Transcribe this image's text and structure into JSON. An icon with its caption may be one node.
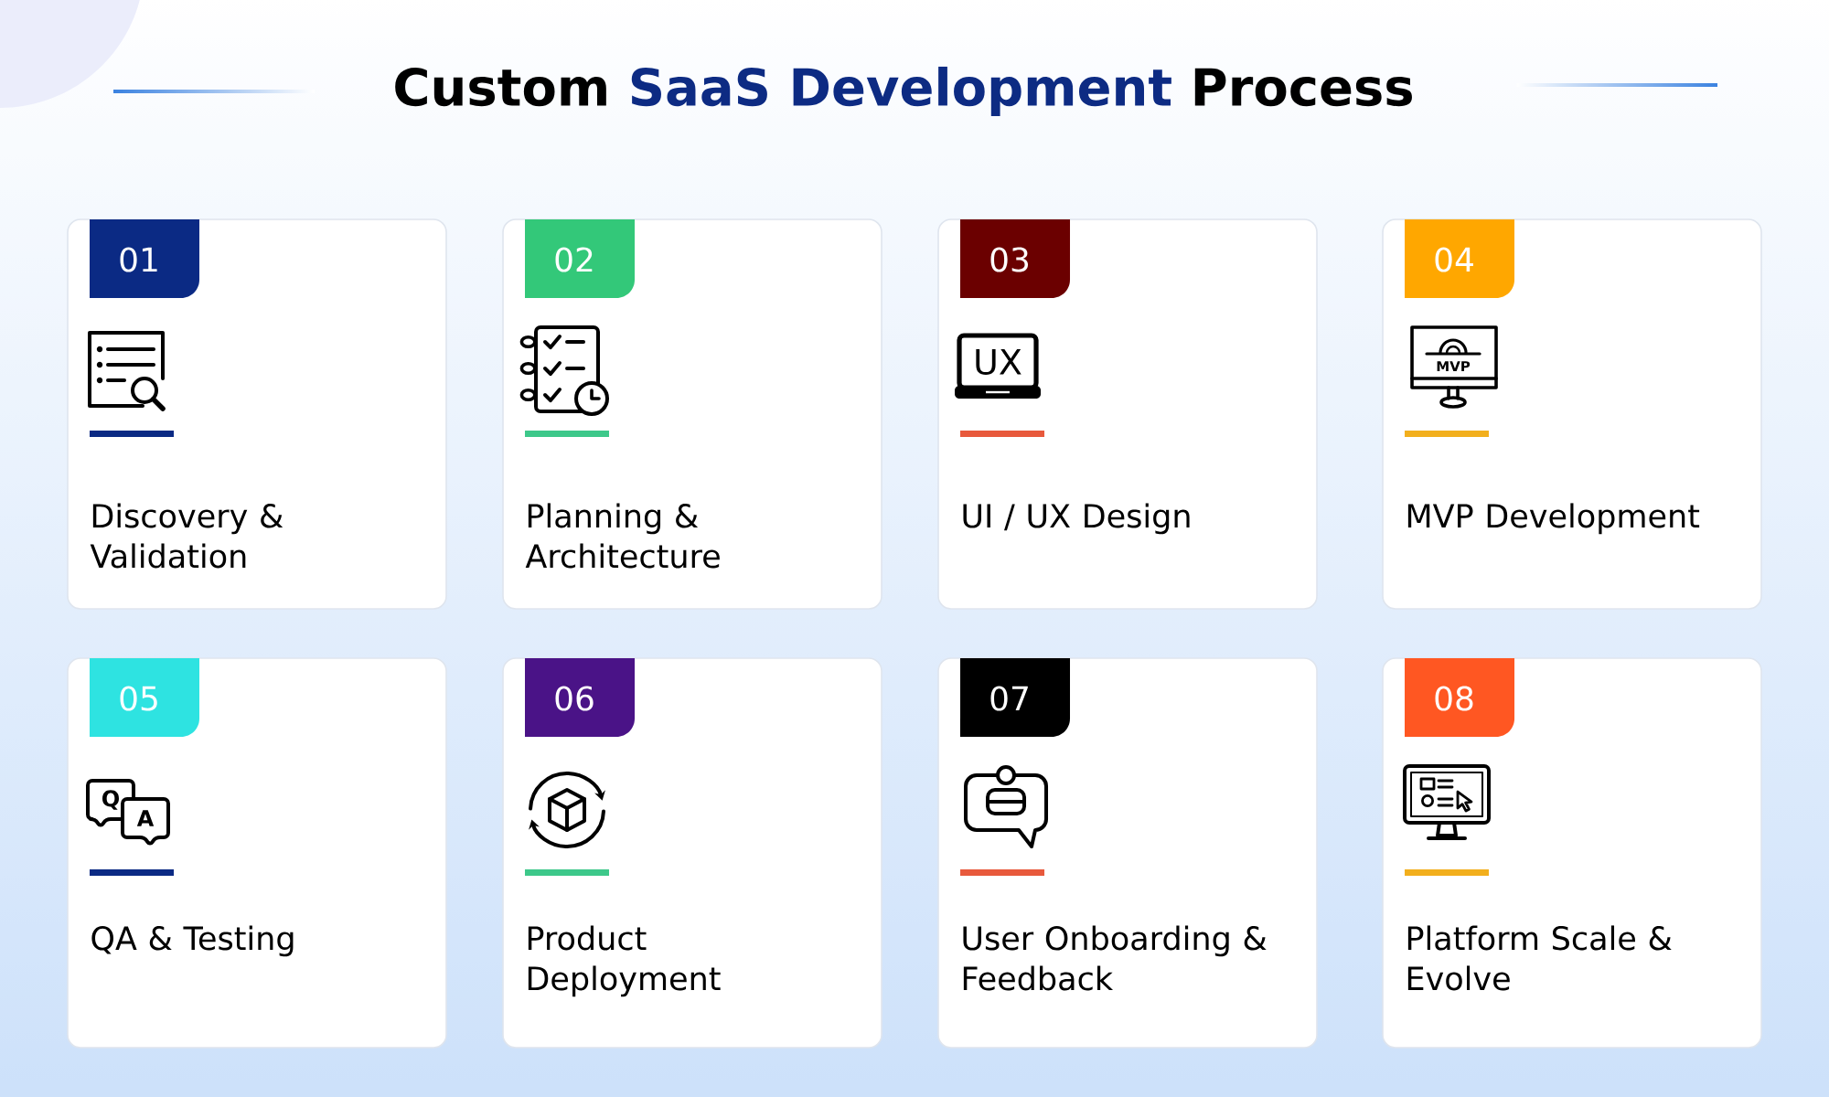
{
  "diagram": {
    "title": "Custom **SaaS Development** Process",
    "nodes": [
      {
        "text": [
          "Discovery & Validation"
        ]
      },
      {
        "text": [
          "01"
        ],
        "in": 0
      },
      {
        "text": [
          "Planning & Architecture"
        ]
      },
      {
        "text": [
          "02"
        ],
        "in": 2
      },
      {
        "text": [
          "UI / UX Design"
        ]
      },
      {
        "text": [
          "03"
        ],
        "in": 4
      },
      {
        "text": [
          "MVP Development"
        ]
      },
      {
        "text": [
          "04"
        ],
        "in": 6
      },
      {
        "text": [
          "QA & Testing"
        ]
      },
      {
        "text": [
          "05"
        ],
        "in": 8
      },
      {
        "text": [
          "Product Deployment"
        ]
      },
      {
        "text": [
          "06"
        ],
        "in": 10
      },
      {
        "text": [
          "User Onboarding & Feedback"
        ]
      },
      {
        "text": [
          "07"
        ],
        "in": 12
      },
      {
        "text": [
          "Platform Scale & Evolve"
        ]
      },
      {
        "text": [
          "08"
        ],
        "in": 14
      }
    ],
    "labels": [
      "UX",
      "MVP",
      "Q",
      "A"
    ]
  }
}
